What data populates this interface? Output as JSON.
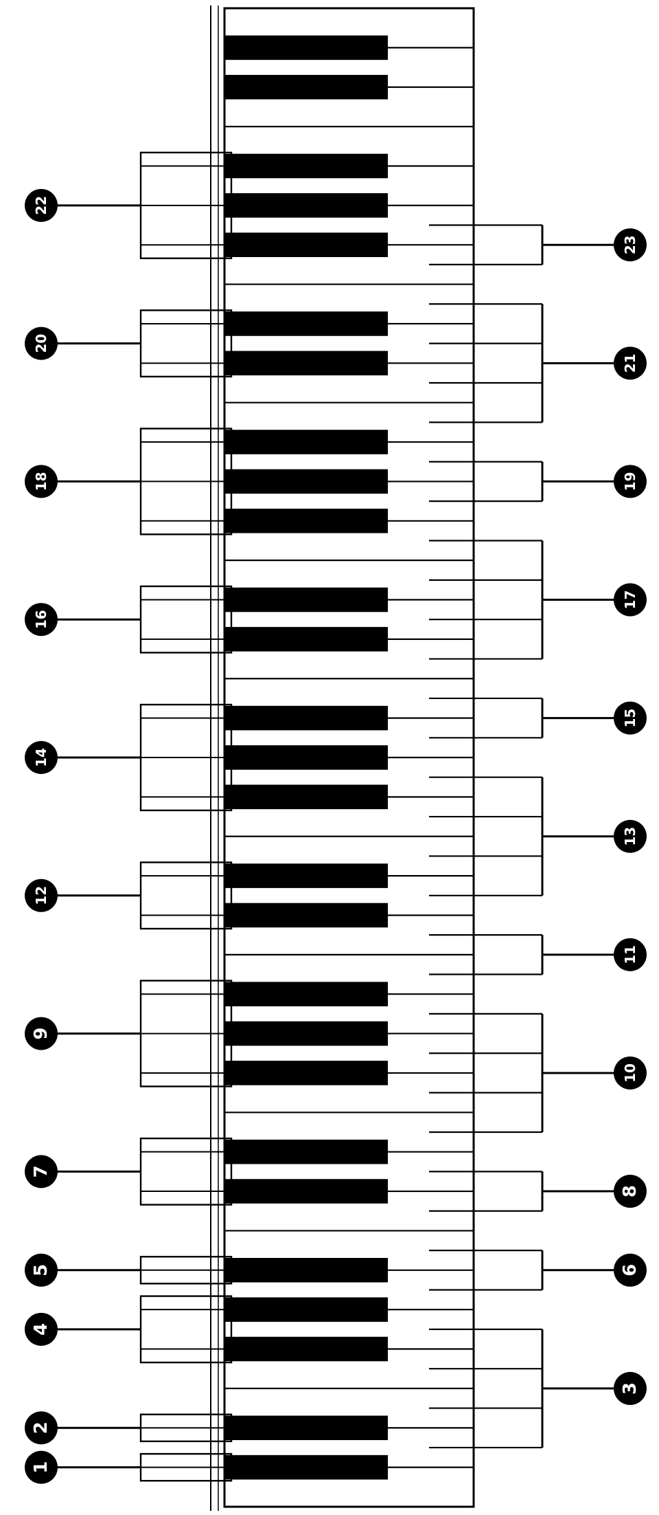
{
  "colors": {
    "ink": "#000000",
    "paper": "#ffffff"
  },
  "keyboard": {
    "white_key_count": 38,
    "black_key_pattern": [
      "C#",
      "D#",
      "F#",
      "G#",
      "A#"
    ],
    "orientation": "vertical, low keys at bottom"
  },
  "callouts": {
    "left": [
      {
        "label": "1",
        "covers_black_keys": 1
      },
      {
        "label": "2",
        "covers_black_keys": 1
      },
      {
        "label": "4",
        "covers_black_keys": 2
      },
      {
        "label": "5",
        "covers_black_keys": 1
      },
      {
        "label": "7",
        "covers_black_keys": 2
      },
      {
        "label": "9",
        "covers_black_keys": 3
      },
      {
        "label": "12",
        "covers_black_keys": 2
      },
      {
        "label": "14",
        "covers_black_keys": 3
      },
      {
        "label": "16",
        "covers_black_keys": 2
      },
      {
        "label": "18",
        "covers_black_keys": 3
      },
      {
        "label": "20",
        "covers_black_keys": 2
      },
      {
        "label": "22",
        "covers_black_keys": 3
      }
    ],
    "right": [
      {
        "label": "3",
        "covers_white_keys": 4
      },
      {
        "label": "6",
        "covers_white_keys": 2
      },
      {
        "label": "8",
        "covers_white_keys": 2
      },
      {
        "label": "10",
        "covers_white_keys": 4
      },
      {
        "label": "11",
        "covers_white_keys": 2
      },
      {
        "label": "13",
        "covers_white_keys": 4
      },
      {
        "label": "15",
        "covers_white_keys": 2
      },
      {
        "label": "17",
        "covers_white_keys": 4
      },
      {
        "label": "19",
        "covers_white_keys": 2
      },
      {
        "label": "21",
        "covers_white_keys": 4
      },
      {
        "label": "23",
        "covers_white_keys": 2
      }
    ]
  }
}
